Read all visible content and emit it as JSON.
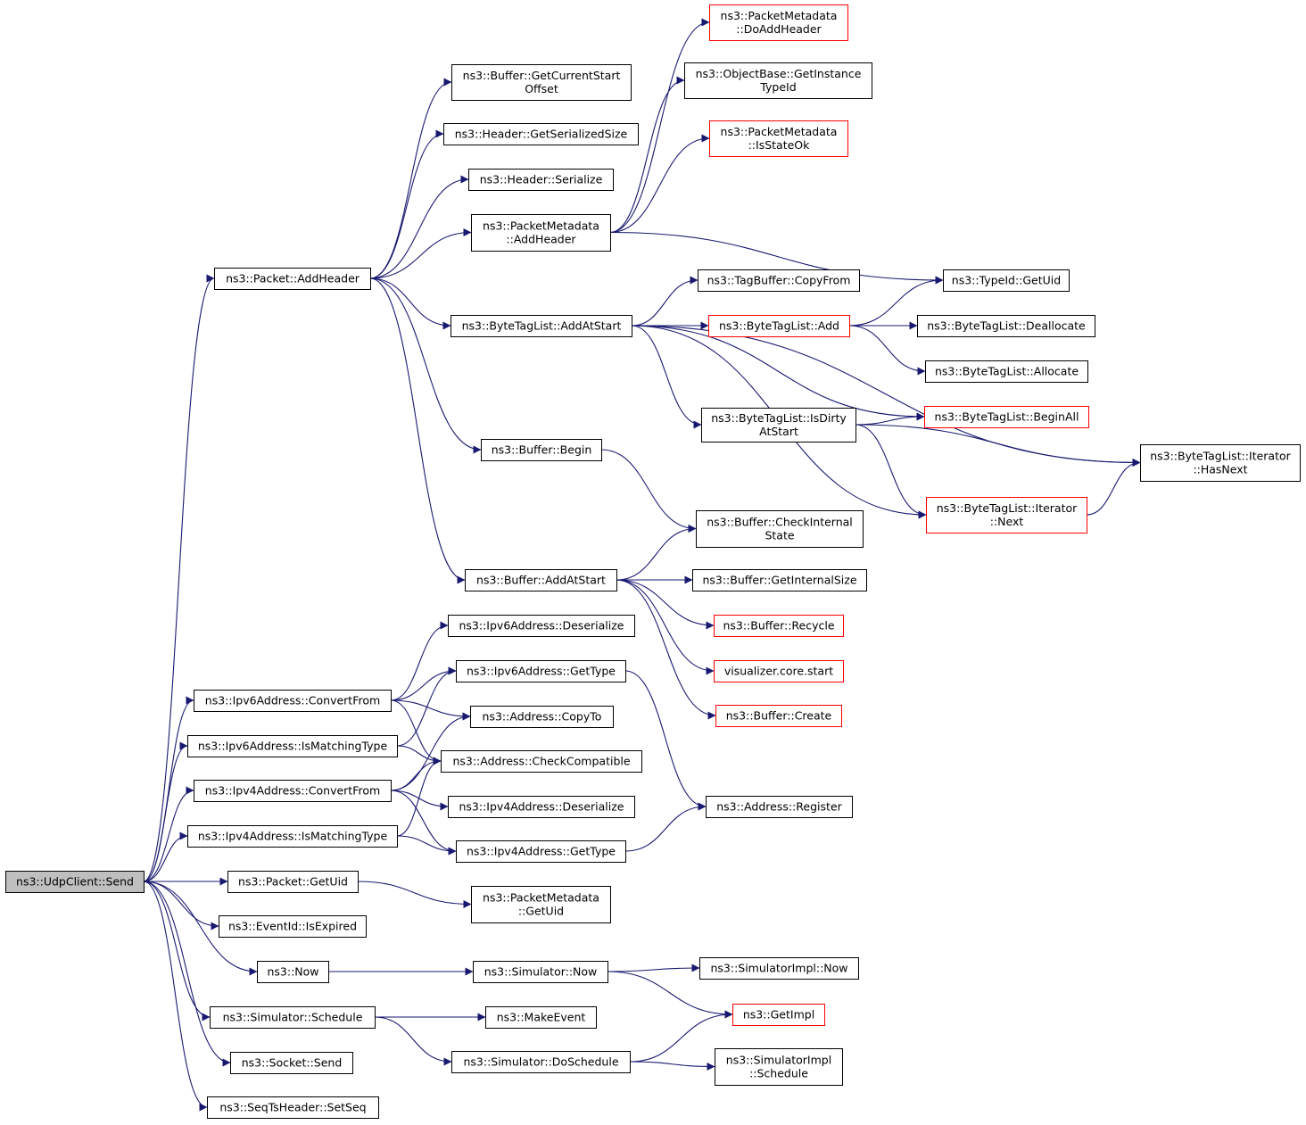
{
  "colors": {
    "edge": "#191970",
    "border_normal": "#000000",
    "border_truncated": "#ff0000",
    "root_fill": "#bfbfbf"
  },
  "nodes": [
    {
      "id": "udpclient_send",
      "lines": [
        "ns3::UdpClient::Send"
      ],
      "style": "root"
    },
    {
      "id": "packet_addheader",
      "lines": [
        "ns3::Packet::AddHeader"
      ],
      "style": "normal"
    },
    {
      "id": "buffer_getcurrentstartoffset",
      "lines": [
        "ns3::Buffer::GetCurrentStart",
        "Offset"
      ],
      "style": "normal"
    },
    {
      "id": "header_getserializedsize",
      "lines": [
        "ns3::Header::GetSerializedSize"
      ],
      "style": "normal"
    },
    {
      "id": "header_serialize",
      "lines": [
        "ns3::Header::Serialize"
      ],
      "style": "normal"
    },
    {
      "id": "packetmetadata_addheader",
      "lines": [
        "ns3::PacketMetadata",
        "::AddHeader"
      ],
      "style": "normal"
    },
    {
      "id": "packetmetadata_doaddheader",
      "lines": [
        "ns3::PacketMetadata",
        "::DoAddHeader"
      ],
      "style": "red"
    },
    {
      "id": "objectbase_getinstancetypeid",
      "lines": [
        "ns3::ObjectBase::GetInstance",
        "TypeId"
      ],
      "style": "normal"
    },
    {
      "id": "packetmetadata_isstateok",
      "lines": [
        "ns3::PacketMetadata",
        "::IsStateOk"
      ],
      "style": "red"
    },
    {
      "id": "typeid_getuid",
      "lines": [
        "ns3::TypeId::GetUid"
      ],
      "style": "normal"
    },
    {
      "id": "tagbuffer_copyfrom",
      "lines": [
        "ns3::TagBuffer::CopyFrom"
      ],
      "style": "normal"
    },
    {
      "id": "bytetaglist_addatstart",
      "lines": [
        "ns3::ByteTagList::AddAtStart"
      ],
      "style": "normal"
    },
    {
      "id": "bytetaglist_add",
      "lines": [
        "ns3::ByteTagList::Add"
      ],
      "style": "red"
    },
    {
      "id": "bytetaglist_deallocate",
      "lines": [
        "ns3::ByteTagList::Deallocate"
      ],
      "style": "normal"
    },
    {
      "id": "bytetaglist_allocate",
      "lines": [
        "ns3::ByteTagList::Allocate"
      ],
      "style": "normal"
    },
    {
      "id": "bytetaglist_isdirtyatstart",
      "lines": [
        "ns3::ByteTagList::IsDirty",
        "AtStart"
      ],
      "style": "normal"
    },
    {
      "id": "bytetaglist_beginall",
      "lines": [
        "ns3::ByteTagList::BeginAll"
      ],
      "style": "red"
    },
    {
      "id": "iterator_hasnext",
      "lines": [
        "ns3::ByteTagList::Iterator",
        "::HasNext"
      ],
      "style": "normal"
    },
    {
      "id": "iterator_next",
      "lines": [
        "ns3::ByteTagList::Iterator",
        "::Next"
      ],
      "style": "red"
    },
    {
      "id": "buffer_begin",
      "lines": [
        "ns3::Buffer::Begin"
      ],
      "style": "normal"
    },
    {
      "id": "buffer_checkinternalstate",
      "lines": [
        "ns3::Buffer::CheckInternal",
        "State"
      ],
      "style": "normal"
    },
    {
      "id": "buffer_addatstart",
      "lines": [
        "ns3::Buffer::AddAtStart"
      ],
      "style": "normal"
    },
    {
      "id": "buffer_getinternalsize",
      "lines": [
        "ns3::Buffer::GetInternalSize"
      ],
      "style": "normal"
    },
    {
      "id": "buffer_recycle",
      "lines": [
        "ns3::Buffer::Recycle"
      ],
      "style": "red"
    },
    {
      "id": "visualizer_core_start",
      "lines": [
        "visualizer.core.start"
      ],
      "style": "red"
    },
    {
      "id": "buffer_create",
      "lines": [
        "ns3::Buffer::Create"
      ],
      "style": "red"
    },
    {
      "id": "ipv6address_deserialize",
      "lines": [
        "ns3::Ipv6Address::Deserialize"
      ],
      "style": "normal"
    },
    {
      "id": "ipv6address_gettype",
      "lines": [
        "ns3::Ipv6Address::GetType"
      ],
      "style": "normal"
    },
    {
      "id": "ipv6address_convertfrom",
      "lines": [
        "ns3::Ipv6Address::ConvertFrom"
      ],
      "style": "normal"
    },
    {
      "id": "address_copyto",
      "lines": [
        "ns3::Address::CopyTo"
      ],
      "style": "normal"
    },
    {
      "id": "ipv6address_ismatchingtype",
      "lines": [
        "ns3::Ipv6Address::IsMatchingType"
      ],
      "style": "normal"
    },
    {
      "id": "address_checkcompatible",
      "lines": [
        "ns3::Address::CheckCompatible"
      ],
      "style": "normal"
    },
    {
      "id": "ipv4address_convertfrom",
      "lines": [
        "ns3::Ipv4Address::ConvertFrom"
      ],
      "style": "normal"
    },
    {
      "id": "ipv4address_deserialize",
      "lines": [
        "ns3::Ipv4Address::Deserialize"
      ],
      "style": "normal"
    },
    {
      "id": "address_register",
      "lines": [
        "ns3::Address::Register"
      ],
      "style": "normal"
    },
    {
      "id": "ipv4address_ismatchingtype",
      "lines": [
        "ns3::Ipv4Address::IsMatchingType"
      ],
      "style": "normal"
    },
    {
      "id": "ipv4address_gettype",
      "lines": [
        "ns3::Ipv4Address::GetType"
      ],
      "style": "normal"
    },
    {
      "id": "packet_getuid",
      "lines": [
        "ns3::Packet::GetUid"
      ],
      "style": "normal"
    },
    {
      "id": "packetmetadata_getuid",
      "lines": [
        "ns3::PacketMetadata",
        "::GetUid"
      ],
      "style": "normal"
    },
    {
      "id": "eventid_isexpired",
      "lines": [
        "ns3::EventId::IsExpired"
      ],
      "style": "normal"
    },
    {
      "id": "ns3_now",
      "lines": [
        "ns3::Now"
      ],
      "style": "normal"
    },
    {
      "id": "simulator_now",
      "lines": [
        "ns3::Simulator::Now"
      ],
      "style": "normal"
    },
    {
      "id": "simulatorimpl_now",
      "lines": [
        "ns3::SimulatorImpl::Now"
      ],
      "style": "normal"
    },
    {
      "id": "getimpl",
      "lines": [
        "ns3::GetImpl"
      ],
      "style": "red"
    },
    {
      "id": "simulator_schedule",
      "lines": [
        "ns3::Simulator::Schedule"
      ],
      "style": "normal"
    },
    {
      "id": "makeevent",
      "lines": [
        "ns3::MakeEvent"
      ],
      "style": "normal"
    },
    {
      "id": "simulator_doschedule",
      "lines": [
        "ns3::Simulator::DoSchedule"
      ],
      "style": "normal"
    },
    {
      "id": "simulatorimpl_schedule",
      "lines": [
        "ns3::SimulatorImpl",
        "::Schedule"
      ],
      "style": "normal"
    },
    {
      "id": "socket_send",
      "lines": [
        "ns3::Socket::Send"
      ],
      "style": "normal"
    },
    {
      "id": "seqtsheader_setseq",
      "lines": [
        "ns3::SeqTsHeader::SetSeq"
      ],
      "style": "normal"
    }
  ],
  "edges": [
    [
      "udpclient_send",
      "packet_addheader"
    ],
    [
      "udpclient_send",
      "ipv6address_convertfrom"
    ],
    [
      "udpclient_send",
      "ipv6address_ismatchingtype"
    ],
    [
      "udpclient_send",
      "ipv4address_convertfrom"
    ],
    [
      "udpclient_send",
      "ipv4address_ismatchingtype"
    ],
    [
      "udpclient_send",
      "packet_getuid"
    ],
    [
      "udpclient_send",
      "eventid_isexpired"
    ],
    [
      "udpclient_send",
      "ns3_now"
    ],
    [
      "udpclient_send",
      "simulator_schedule"
    ],
    [
      "udpclient_send",
      "socket_send"
    ],
    [
      "udpclient_send",
      "seqtsheader_setseq"
    ],
    [
      "packet_addheader",
      "buffer_getcurrentstartoffset"
    ],
    [
      "packet_addheader",
      "header_getserializedsize"
    ],
    [
      "packet_addheader",
      "header_serialize"
    ],
    [
      "packet_addheader",
      "packetmetadata_addheader"
    ],
    [
      "packet_addheader",
      "bytetaglist_addatstart"
    ],
    [
      "packet_addheader",
      "buffer_begin"
    ],
    [
      "packet_addheader",
      "buffer_addatstart"
    ],
    [
      "packetmetadata_addheader",
      "packetmetadata_doaddheader"
    ],
    [
      "packetmetadata_addheader",
      "objectbase_getinstancetypeid"
    ],
    [
      "packetmetadata_addheader",
      "packetmetadata_isstateok"
    ],
    [
      "packetmetadata_addheader",
      "typeid_getuid"
    ],
    [
      "bytetaglist_addatstart",
      "tagbuffer_copyfrom"
    ],
    [
      "bytetaglist_addatstart",
      "bytetaglist_add"
    ],
    [
      "bytetaglist_addatstart",
      "bytetaglist_isdirtyatstart"
    ],
    [
      "bytetaglist_addatstart",
      "bytetaglist_beginall"
    ],
    [
      "bytetaglist_addatstart",
      "iterator_hasnext"
    ],
    [
      "bytetaglist_addatstart",
      "iterator_next"
    ],
    [
      "bytetaglist_add",
      "typeid_getuid"
    ],
    [
      "bytetaglist_add",
      "bytetaglist_deallocate"
    ],
    [
      "bytetaglist_add",
      "bytetaglist_allocate"
    ],
    [
      "bytetaglist_isdirtyatstart",
      "bytetaglist_beginall"
    ],
    [
      "bytetaglist_isdirtyatstart",
      "iterator_hasnext"
    ],
    [
      "bytetaglist_isdirtyatstart",
      "iterator_next"
    ],
    [
      "iterator_next",
      "iterator_hasnext"
    ],
    [
      "buffer_begin",
      "buffer_checkinternalstate"
    ],
    [
      "buffer_addatstart",
      "buffer_checkinternalstate"
    ],
    [
      "buffer_addatstart",
      "buffer_getinternalsize"
    ],
    [
      "buffer_addatstart",
      "buffer_recycle"
    ],
    [
      "buffer_addatstart",
      "visualizer_core_start"
    ],
    [
      "buffer_addatstart",
      "buffer_create"
    ],
    [
      "ipv6address_convertfrom",
      "ipv6address_deserialize"
    ],
    [
      "ipv6address_convertfrom",
      "ipv6address_gettype"
    ],
    [
      "ipv6address_convertfrom",
      "address_copyto"
    ],
    [
      "ipv6address_convertfrom",
      "address_checkcompatible"
    ],
    [
      "ipv6address_ismatchingtype",
      "ipv6address_gettype"
    ],
    [
      "ipv6address_ismatchingtype",
      "address_checkcompatible"
    ],
    [
      "ipv6address_gettype",
      "address_register"
    ],
    [
      "ipv4address_convertfrom",
      "address_copyto"
    ],
    [
      "ipv4address_convertfrom",
      "address_checkcompatible"
    ],
    [
      "ipv4address_convertfrom",
      "ipv4address_deserialize"
    ],
    [
      "ipv4address_convertfrom",
      "ipv4address_gettype"
    ],
    [
      "ipv4address_ismatchingtype",
      "address_checkcompatible"
    ],
    [
      "ipv4address_ismatchingtype",
      "ipv4address_gettype"
    ],
    [
      "ipv4address_gettype",
      "address_register"
    ],
    [
      "packet_getuid",
      "packetmetadata_getuid"
    ],
    [
      "ns3_now",
      "simulator_now"
    ],
    [
      "simulator_now",
      "simulatorimpl_now"
    ],
    [
      "simulator_now",
      "getimpl"
    ],
    [
      "simulator_schedule",
      "makeevent"
    ],
    [
      "simulator_schedule",
      "simulator_doschedule"
    ],
    [
      "simulator_doschedule",
      "getimpl"
    ],
    [
      "simulator_doschedule",
      "simulatorimpl_schedule"
    ]
  ]
}
